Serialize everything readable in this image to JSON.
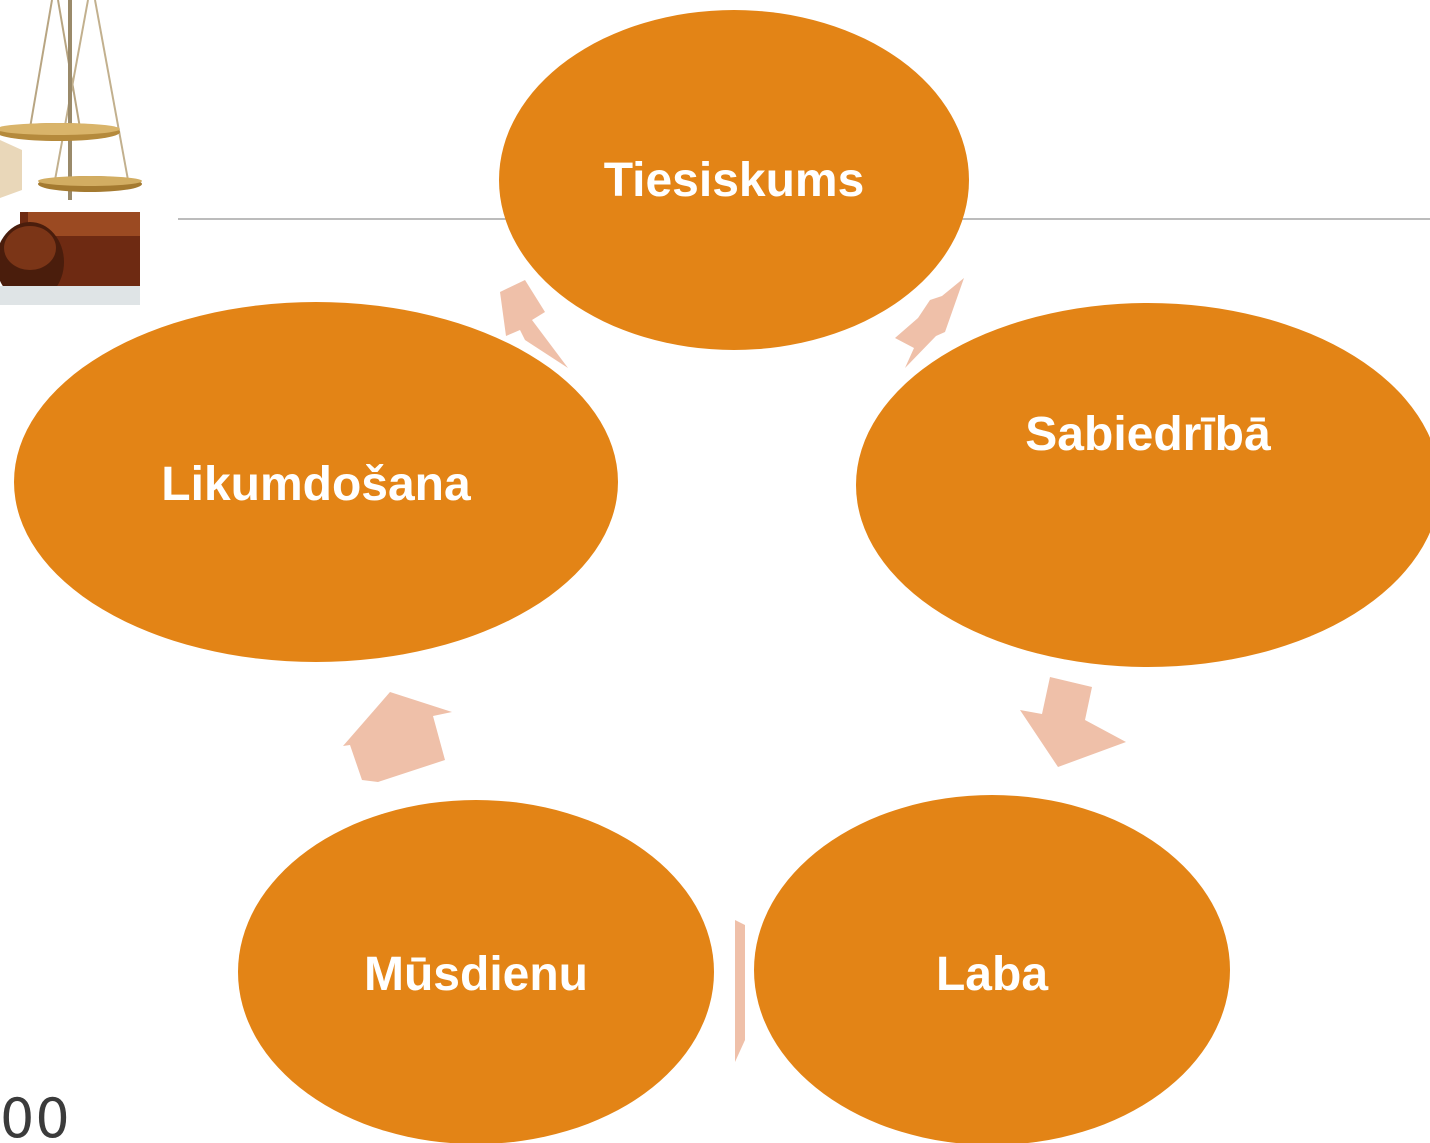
{
  "diagram": {
    "type": "cycle",
    "colors": {
      "node_fill": "#E38416",
      "arrow_fill": "#EFC0A9",
      "line": "#A6A6A6",
      "label": "#FFFFFF"
    },
    "nodes": [
      {
        "id": "tiesiskums",
        "label": "Tiesiskums"
      },
      {
        "id": "sabiedriba",
        "label": "Sabiedrībā"
      },
      {
        "id": "laba",
        "label": "Laba"
      },
      {
        "id": "musdienu",
        "label": "Mūsdienu"
      },
      {
        "id": "likumdosana",
        "label": "Likumdošana"
      }
    ],
    "flow": [
      "Tiesiskums",
      "Sabiedrībā",
      "Laba",
      "Mūsdienu",
      "Likumdošana",
      "Tiesiskums"
    ]
  },
  "decor": {
    "corner_image": "scales-of-justice-icon",
    "corner_text": "00"
  }
}
